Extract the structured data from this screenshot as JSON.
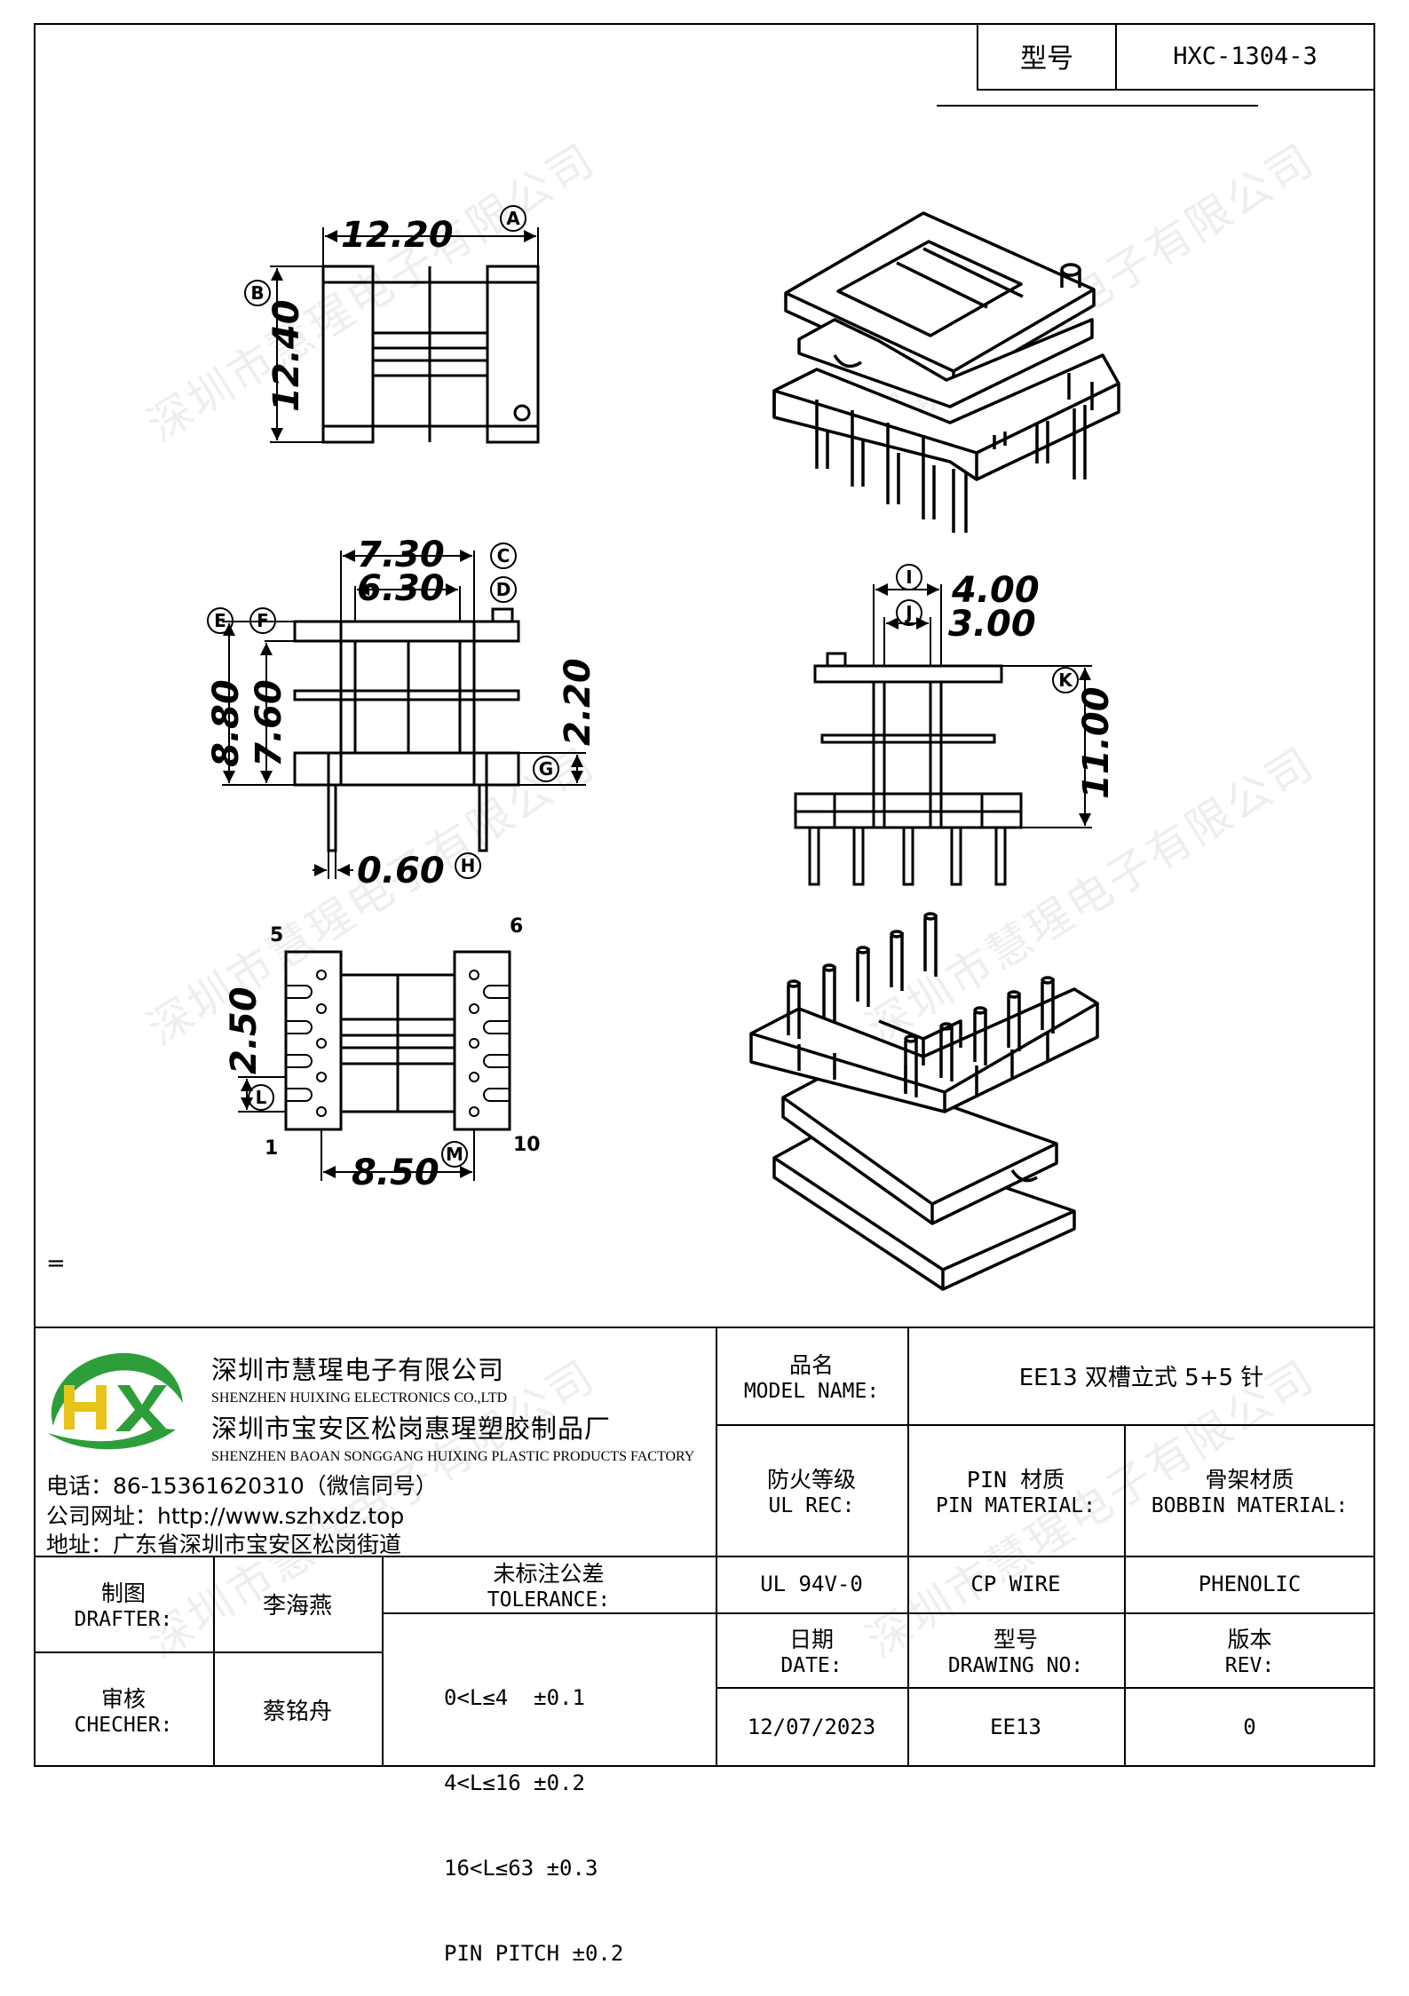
{
  "header": {
    "model_label": "型号",
    "model_value": "HXC-1304-3"
  },
  "watermark": "深圳市慧瑆电子有限公司",
  "drawing": {
    "dims": {
      "a_width": "12.20",
      "b_height": "12.40",
      "c": "7.30",
      "d": "6.30",
      "e": "8.80",
      "f": "7.60",
      "g": "2.20",
      "h": "0.60",
      "i": "4.00",
      "j": "3.00",
      "k": "11.00",
      "l": "2.50",
      "m": "8.50"
    },
    "markers": {
      "a": "A",
      "b": "B",
      "c": "C",
      "d": "D",
      "e": "E",
      "f": "F",
      "g": "G",
      "h": "H",
      "i": "I",
      "j": "J",
      "k": "K",
      "l": "L",
      "m": "M"
    },
    "pins": {
      "p1": "1",
      "p5": "5",
      "p6": "6",
      "p10": "10"
    },
    "note": "="
  },
  "company": {
    "name_cn": "深圳市慧瑆电子有限公司",
    "name_en": "SHENZHEN HUIXING ELECTRONICS CO.,LTD",
    "factory_cn": "深圳市宝安区松岗惠瑆塑胶制品厂",
    "factory_en": "SHENZHEN BAOAN SONGGANG HUIXING PLASTIC PRODUCTS FACTORY",
    "phone": "电话：86-15361620310（微信同号）",
    "website": "公司网址：http://www.szhxdz.top",
    "address": "地址：广东省深圳市宝安区松岗街道",
    "logo_text": "HX",
    "colors": {
      "green": "#2e9e3a",
      "yellow": "#e6c41a"
    }
  },
  "info": {
    "model_name_cn": "品名",
    "model_name_en": "MODEL NAME:",
    "model_name_value": "EE13 双槽立式 5+5 针",
    "ul_cn": "防火等级",
    "ul_en": "UL REC:",
    "pin_cn": "PIN 材质",
    "pin_en": "PIN MATERIAL:",
    "bobbin_cn": "骨架材质",
    "bobbin_en": "BOBBIN MATERIAL:",
    "ul_value": "UL 94V-0",
    "pin_value": "CP WIRE",
    "bobbin_value": "PHENOLIC",
    "date_cn": "日期",
    "date_en": "DATE:",
    "date_value": "12/07/2023",
    "drawing_cn": "型号",
    "drawing_en": "DRAWING NO:",
    "drawing_value": "EE13",
    "rev_cn": "版本",
    "rev_en": "REV:",
    "rev_value": "0"
  },
  "approval": {
    "drafter_cn": "制图",
    "drafter_en": "DRAFTER:",
    "drafter_name": "李海燕",
    "checker_cn": "审核",
    "checker_en": "CHECHER:",
    "checker_name": "蔡铭舟"
  },
  "tolerance": {
    "title_cn": "未标注公差",
    "title_en": "TOLERANCE:",
    "rows": [
      "0<L≤4  ±0.1",
      "4<L≤16 ±0.2",
      "16<L≤63 ±0.3",
      "PIN PITCH ±0.2"
    ]
  }
}
